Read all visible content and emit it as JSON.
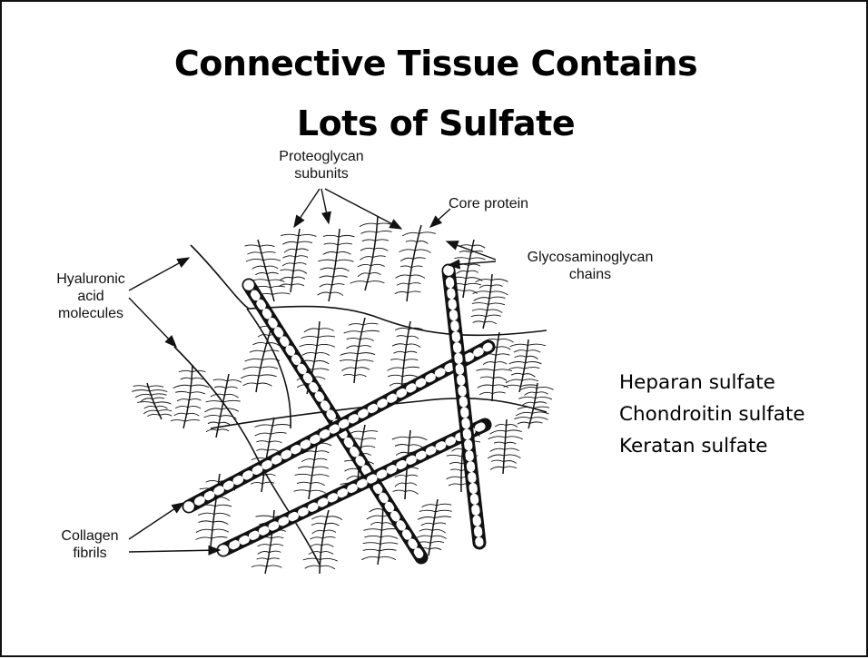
{
  "slide": {
    "title_line1": "Connective Tissue Contains",
    "title_line2": "Lots of Sulfate"
  },
  "diagram_labels": {
    "proteoglycan_line1": "Proteoglycan",
    "proteoglycan_line2": "subunits",
    "core_protein": "Core protein",
    "gag_line1": "Glycosaminoglycan",
    "gag_line2": "chains",
    "hyaluronic_line1": "Hyaluronic",
    "hyaluronic_line2": "acid",
    "hyaluronic_line3": "molecules",
    "collagen_line1": "Collagen",
    "collagen_line2": "fibrils"
  },
  "sulfate_list": [
    "Heparan sulfate",
    "Chondroitin sulfate",
    "Keratan sulfate"
  ],
  "colors": {
    "ink": "#111111",
    "background": "#ffffff"
  }
}
